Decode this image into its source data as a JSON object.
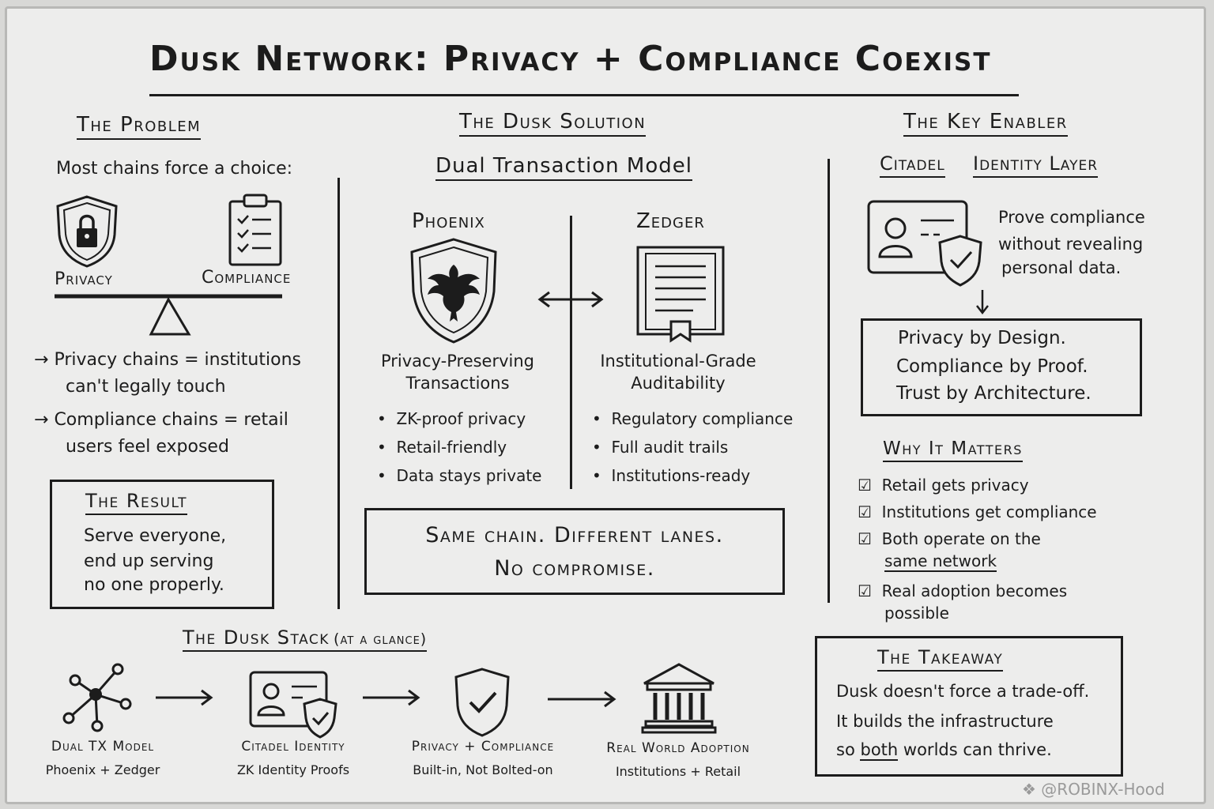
{
  "title": "Dusk Network: Privacy + Compliance Coexist",
  "problem": {
    "heading": "The Problem",
    "intro": "Most chains force a choice:",
    "left_label": "Privacy",
    "right_label": "Compliance",
    "bullets": [
      {
        "line1": "Privacy chains = institutions",
        "line2": "can't legally touch"
      },
      {
        "line1": "Compliance chains = retail",
        "line2": "users feel exposed"
      }
    ],
    "result": {
      "heading": "The Result",
      "lines": [
        "Serve everyone,",
        "end up serving",
        "no one properly."
      ]
    }
  },
  "solution": {
    "heading": "The Dusk Solution",
    "subheading": "Dual Transaction Model",
    "phoenix": {
      "name": "Phoenix",
      "desc": [
        "Privacy-Preserving",
        "Transactions"
      ],
      "bullets": [
        "ZK-proof privacy",
        "Retail-friendly",
        "Data stays private"
      ]
    },
    "zedger": {
      "name": "Zedger",
      "desc": [
        "Institutional-Grade",
        "Auditability"
      ],
      "bullets": [
        "Regulatory compliance",
        "Full audit trails",
        "Institutions-ready"
      ]
    },
    "banner": [
      "Same chain. Different lanes.",
      "No compromise."
    ]
  },
  "enabler": {
    "heading": "The Key Enabler",
    "sub_a": "Citadel",
    "sub_b": "Identity Layer",
    "prove": [
      "Prove compliance",
      "without revealing",
      "personal data."
    ],
    "motto": [
      "Privacy by Design.",
      "Compliance by Proof.",
      "Trust by Architecture."
    ],
    "why_heading": "Why It Matters",
    "why": [
      {
        "lines": [
          "Retail gets privacy"
        ]
      },
      {
        "lines": [
          "Institutions get compliance"
        ]
      },
      {
        "lines": [
          "Both operate on the",
          "same network"
        ]
      },
      {
        "lines": [
          "Real adoption becomes",
          "possible"
        ]
      }
    ]
  },
  "stack": {
    "heading": "The Dusk Stack",
    "heading_suffix": "(at a glance)",
    "steps": [
      {
        "icon": "network-nodes-icon",
        "label": "Dual TX Model",
        "sub": "Phoenix + Zedger"
      },
      {
        "icon": "id-card-shield-icon",
        "label": "Citadel Identity",
        "sub": "ZK Identity Proofs"
      },
      {
        "icon": "shield-check-icon",
        "label": "Privacy + Compliance",
        "sub": "Built-in, Not Bolted-on"
      },
      {
        "icon": "bank-building-icon",
        "label": "Real World Adoption",
        "sub": "Institutions + Retail"
      }
    ]
  },
  "takeaway": {
    "heading": "The Takeaway",
    "lines": [
      "Dusk doesn't force a trade-off.",
      "It builds the infrastructure"
    ],
    "line3_pre": "so",
    "line3_em": "both",
    "line3_post": "worlds can thrive."
  },
  "watermark": "@ROBINX-Hood"
}
